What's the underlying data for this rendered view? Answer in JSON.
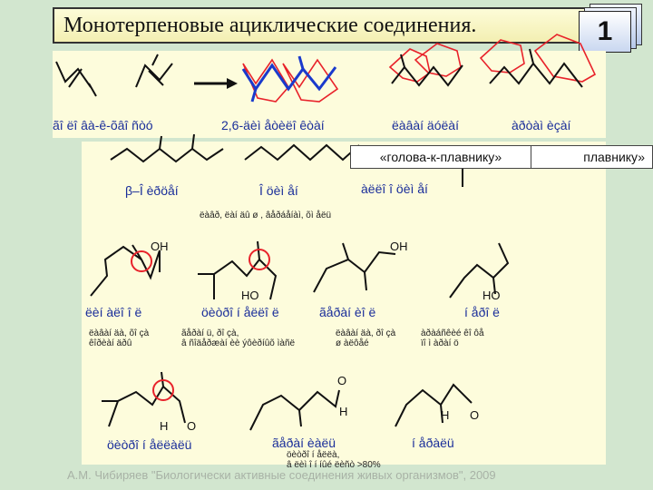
{
  "title": "Монотерпеновые ациклические соединения.",
  "slide_number": "1",
  "top_labels": {
    "isoprene": "ãî ëî âà-ê-õâî ñòó",
    "dimethyl": "2,6-äèì åòèëî êòàí",
    "head": "ëàâàí äóëàí",
    "head2": "àðòàì èçàí"
  },
  "tooltip": {
    "front": "«голова-к-плавнику»",
    "back": "плавнику»"
  },
  "labels": {
    "ocimene": "β–Î èðöåí",
    "ocimene2": "Î öèì åí",
    "alloocimene": "àëëî î öèì åí",
    "small_note": "ëàâð, ëàí äû ø , âåðáåíàì, õì åëü",
    "linalool": "ëèí àëî î ë",
    "citronellol": "öèòðî í åëëî ë",
    "geraniol": "ãåðàí èî ë",
    "nerol": "í åðî ë",
    "linalool_note": "ëàâàí äà, õî çà\nêîðèàí äðû",
    "citronellol_note": "ãåðàí ü, ðî çà,\nâ ñîäåðæàí èè ýôèðíûõ ìàñë",
    "geraniol_note": "ëàâàí äà, ðî çà\nø àëôåé",
    "nerol_note": "àðàáñêèé êî ôå\nïî ì àðàí ö",
    "citronellal": "öèòðî í åëëàëü",
    "geranial": "ãåðàí èàëü",
    "neral": "í åðàëü",
    "citral_note": "öèòðî í åëëà,\nâ ëèì î í íûé ëèñò >80%",
    "oh": "OH",
    "ho": "HO",
    "o": "O",
    "h": "H"
  },
  "footer": "А.М. Чибиряев \"Биологически активные соединения живых организмов\", 2009"
}
